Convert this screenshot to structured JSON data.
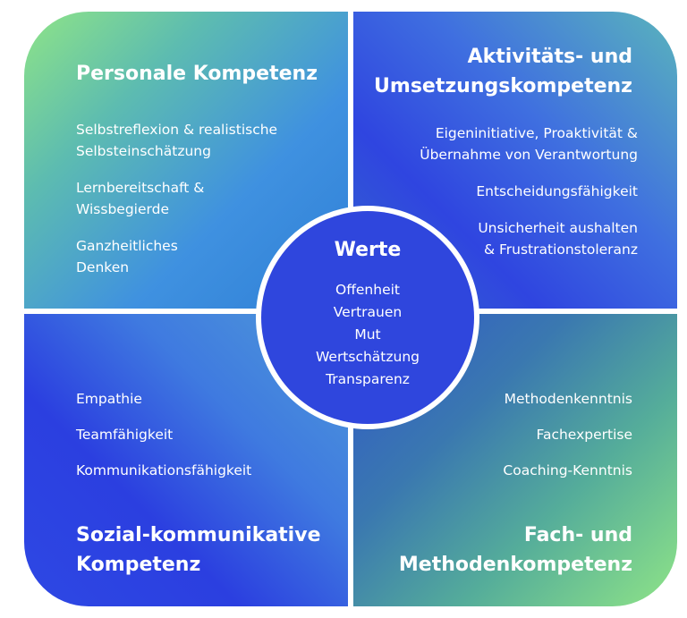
{
  "quadrants": {
    "top_left": {
      "title": "Personale Kompetenz",
      "items": [
        "Selbstreflexion & realistische\nSelbsteinschätzung",
        "Lernbereitschaft &\nWissbegierde",
        "Ganzheitliches\nDenken"
      ]
    },
    "top_right": {
      "title": "Aktivitäts- und\nUmsetzungskompetenz",
      "items": [
        "Eigeninitiative, Proaktivität &\nÜbernahme von Verantwortung",
        "Entscheidungsfähigkeit",
        "Unsicherheit aushalten\n& Frustrationstoleranz"
      ]
    },
    "bottom_left": {
      "title": "Sozial-kommunikative\nKompetenz",
      "items": [
        "Empathie",
        "Teamfähigkeit",
        "Kommunikationsfähigkeit"
      ]
    },
    "bottom_right": {
      "title": "Fach- und\nMethodenkompetenz",
      "items": [
        "Methodenkenntnis",
        "Fachexpertise",
        "Coaching-Kenntnis"
      ]
    }
  },
  "center": {
    "title": "Werte",
    "values": [
      "Offenheit",
      "Vertrauen",
      "Mut",
      "Wertschätzung",
      "Transparenz"
    ]
  },
  "colors": {
    "gradient_green": "#8fe487",
    "gradient_blue": "#2f46dd",
    "center_circle": "#2f46dd",
    "text": "#ffffff"
  }
}
